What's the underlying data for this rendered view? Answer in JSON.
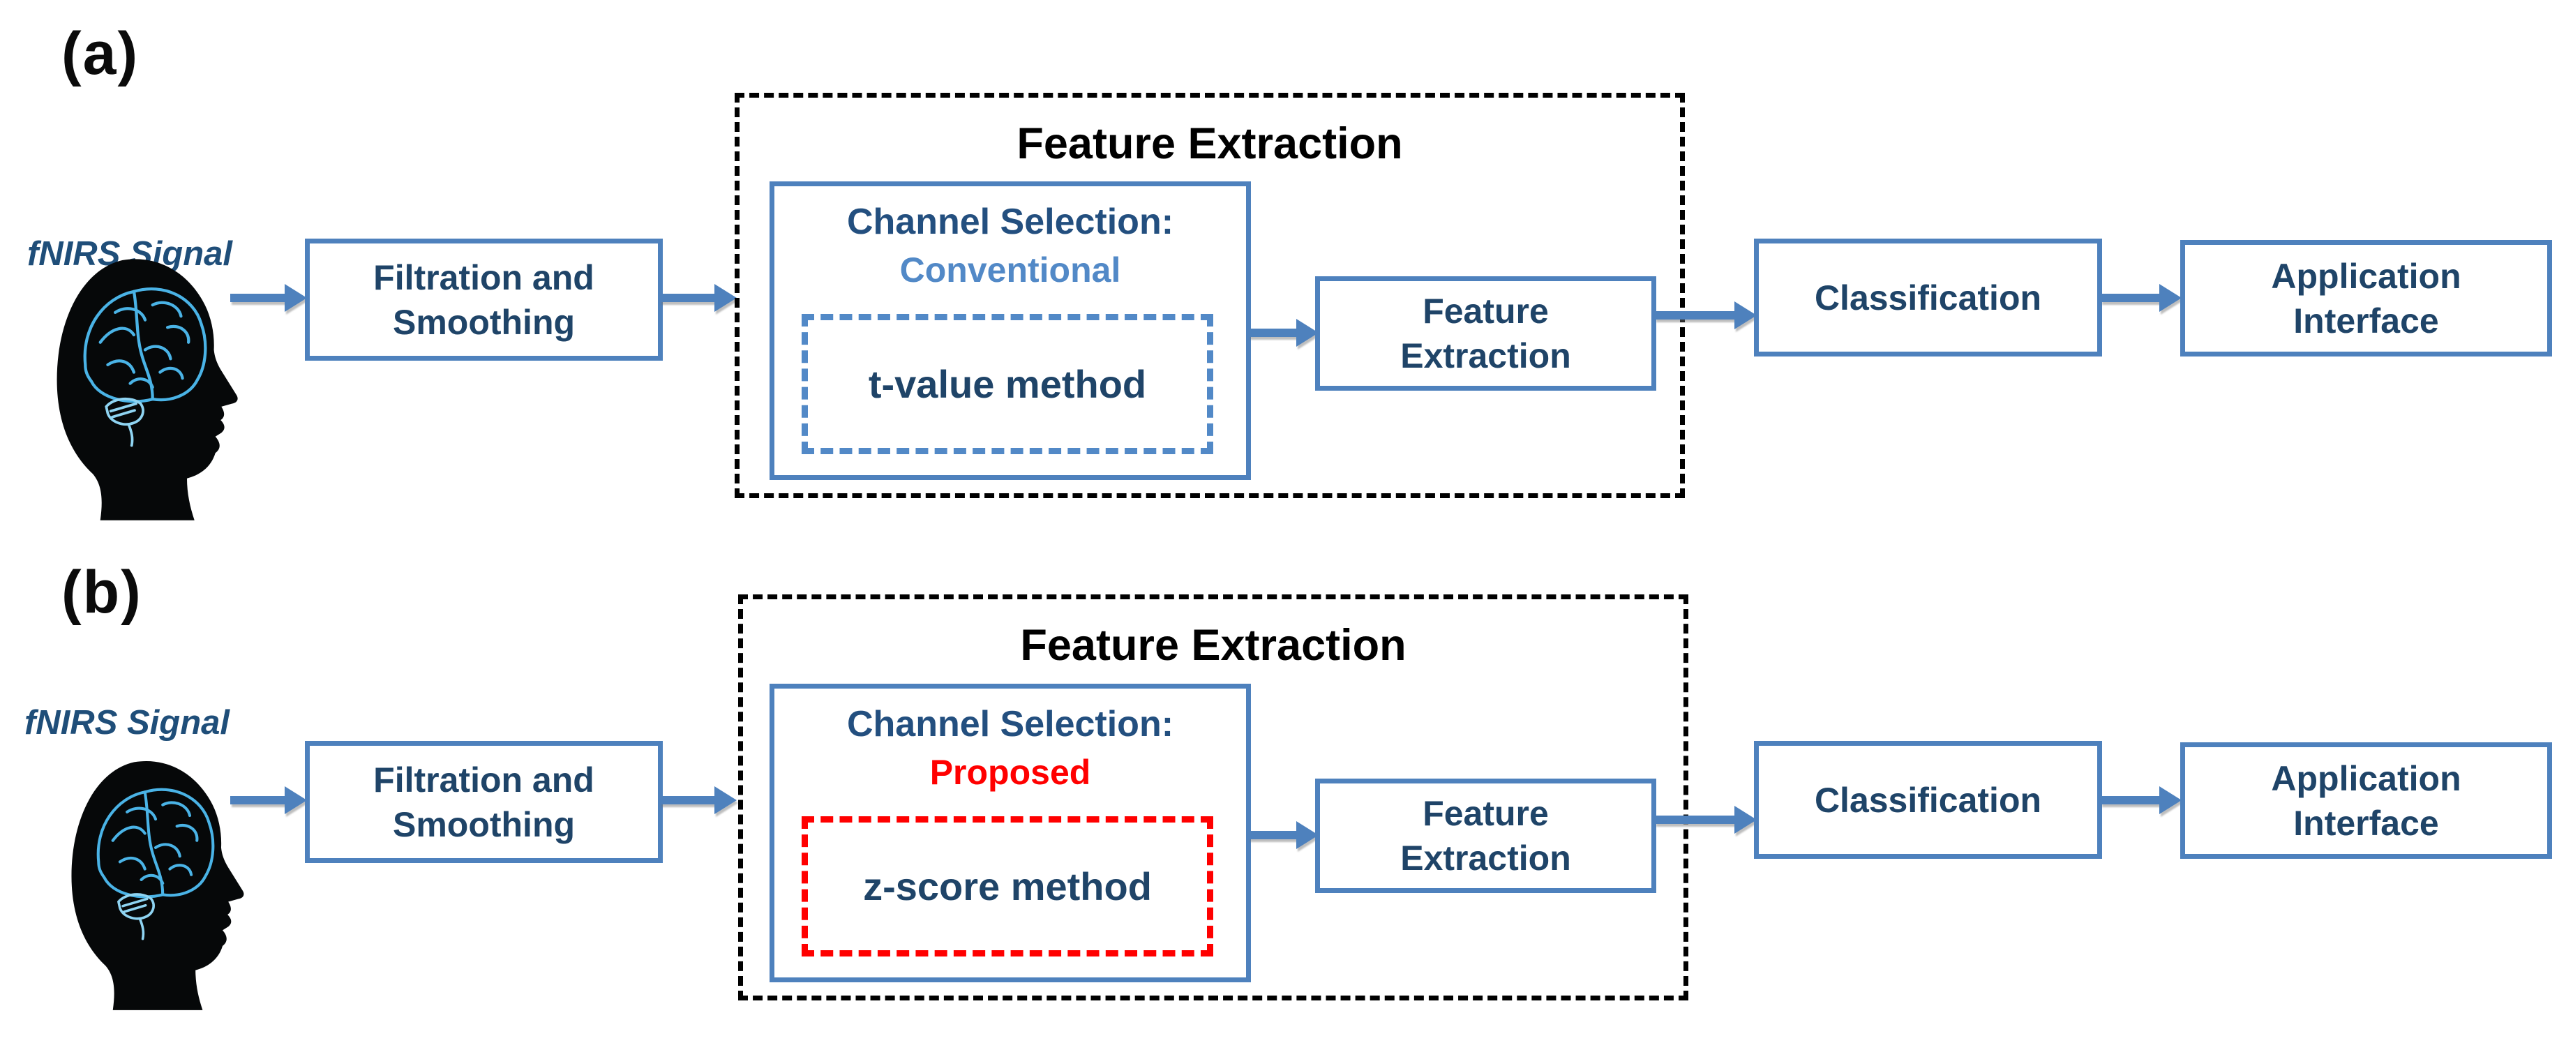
{
  "figure_type": "fNIRS signal processing pipeline flow diagram, panels (a) and (b)",
  "colors": {
    "box_border_blue": "#4E81BD",
    "navy_text": "#1F4468",
    "signal_label_blue": "#1F4E79",
    "conventional_blue": "#5289C7",
    "proposed_red": "#FF0000",
    "title_black": "#000000",
    "brain_cyan": "#4AB3E6",
    "cerebellum_cyan": "#8FD4F2"
  },
  "icons": {
    "head": "brain-head-icon",
    "arrow": "flow-arrow-icon"
  },
  "rows": [
    {
      "panel_label": "(a)",
      "signal_label": "fNIRS Signal",
      "filtration_line1": "Filtration and",
      "filtration_line2": "Smoothing",
      "group_title": "Feature Extraction",
      "channel_heading": "Channel Selection:",
      "channel_variant": "Conventional",
      "channel_variant_color": "#5289C7",
      "method_label": "t-value method",
      "method_border_color": "#5289C7",
      "fe_line1": "Feature",
      "fe_line2": "Extraction",
      "classification_label": "Classification",
      "app_line1": "Application",
      "app_line2": "Interface"
    },
    {
      "panel_label": "(b)",
      "signal_label": "fNIRS Signal",
      "filtration_line1": "Filtration and",
      "filtration_line2": "Smoothing",
      "group_title": "Feature Extraction",
      "channel_heading": "Channel Selection:",
      "channel_variant": "Proposed",
      "channel_variant_color": "#FF0000",
      "method_label": "z-score method",
      "method_border_color": "#FF0000",
      "fe_line1": "Feature",
      "fe_line2": "Extraction",
      "classification_label": "Classification",
      "app_line1": "Application",
      "app_line2": "Interface"
    }
  ]
}
